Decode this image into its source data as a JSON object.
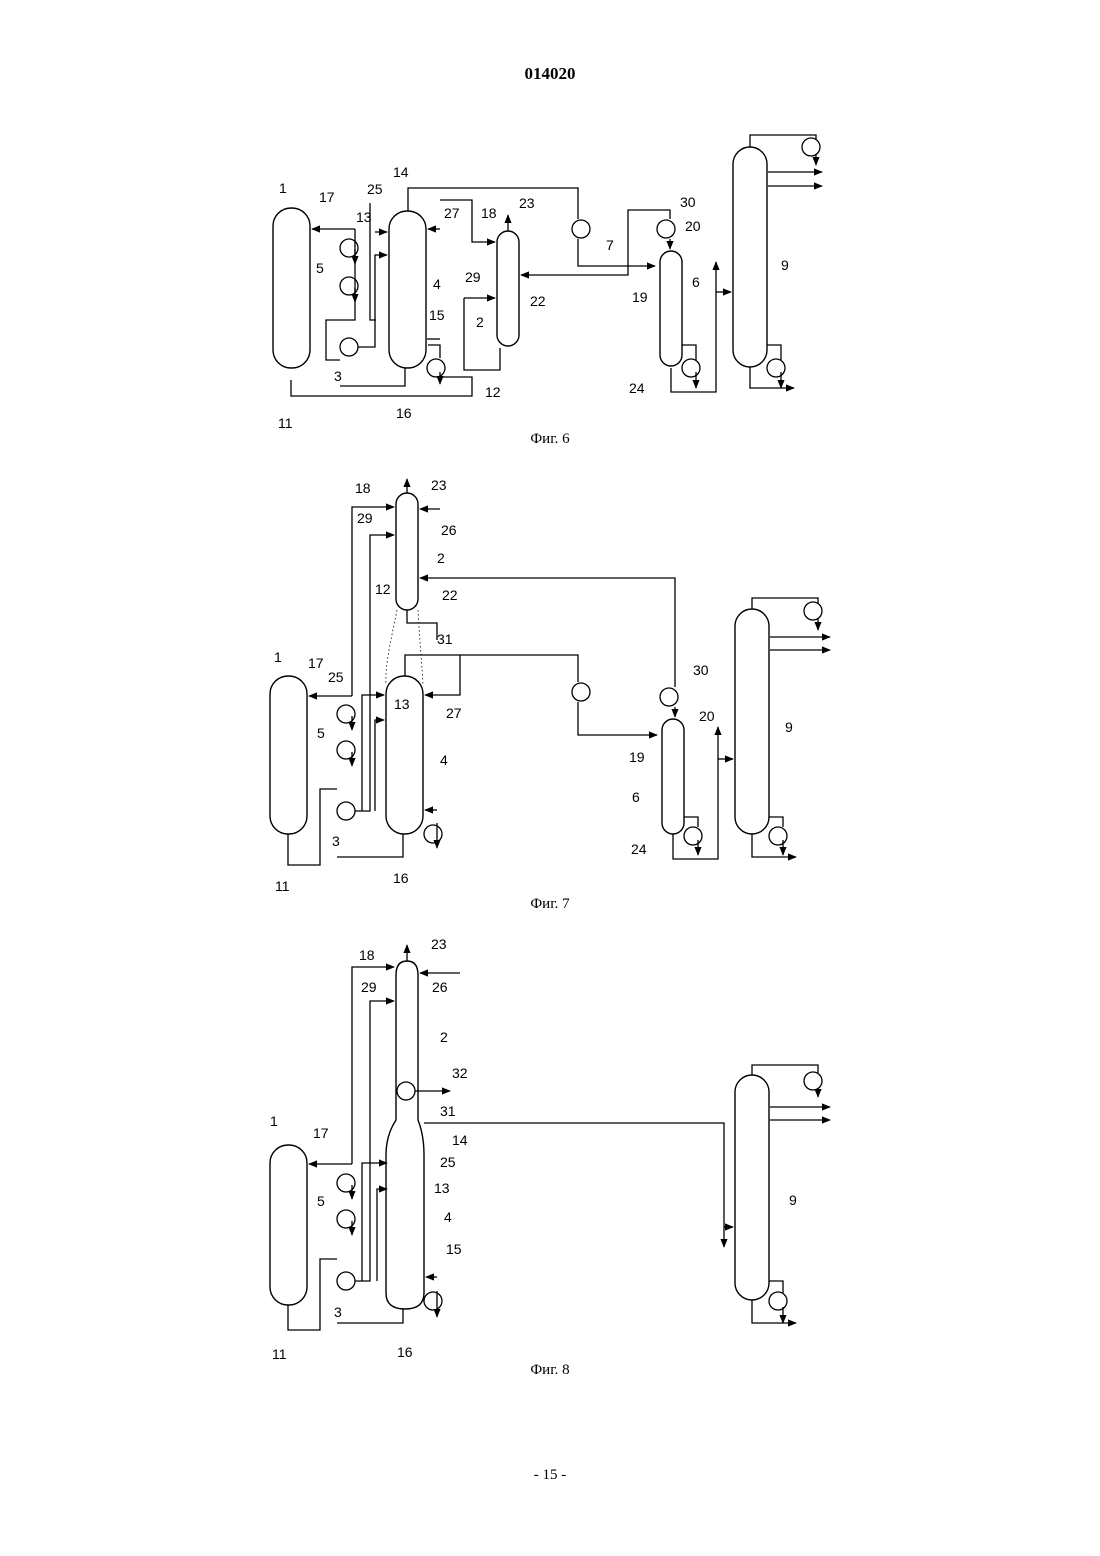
{
  "header": {
    "document_number": "014020"
  },
  "figures": [
    {
      "caption": "Фиг. 6",
      "labels": [
        "1",
        "17",
        "25",
        "14",
        "13",
        "27",
        "18",
        "23",
        "7",
        "30",
        "20",
        "5",
        "29",
        "4",
        "22",
        "19",
        "6",
        "9",
        "2",
        "15",
        "3",
        "12",
        "24",
        "11",
        "16"
      ]
    },
    {
      "caption": "Фиг. 7",
      "labels": [
        "18",
        "23",
        "29",
        "26",
        "2",
        "12",
        "22",
        "31",
        "1",
        "17",
        "25",
        "13",
        "27",
        "30",
        "20",
        "5",
        "19",
        "9",
        "4",
        "6",
        "3",
        "24",
        "11",
        "16"
      ]
    },
    {
      "caption": "Фиг. 8",
      "labels": [
        "18",
        "23",
        "26",
        "29",
        "2",
        "32",
        "31",
        "14",
        "1",
        "17",
        "25",
        "13",
        "5",
        "9",
        "4",
        "15",
        "3",
        "11",
        "16"
      ]
    }
  ],
  "footer": {
    "page_number": "- 15 -"
  }
}
